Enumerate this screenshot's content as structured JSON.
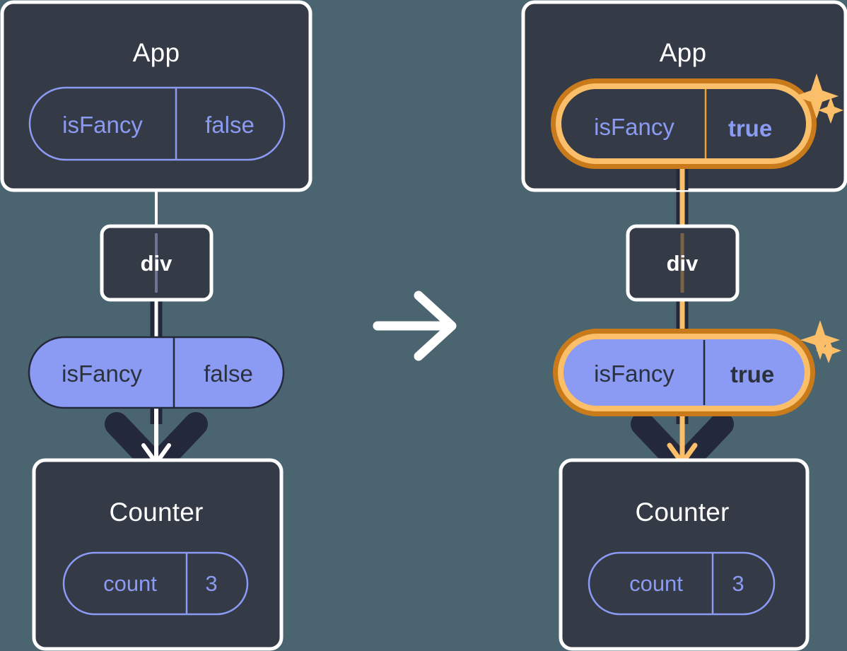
{
  "diagram": {
    "title": "React state update diagram: isFancy false to true",
    "background_color": "#4a6570",
    "panel_fill": "#343a46",
    "panel_border": "#ffffff",
    "pill_fill": "#8b9bf4",
    "pill_outline_color": "#8b9bf4",
    "highlight_color": "#f0a030",
    "highlight_light": "#fbbf6a",
    "dark_line": "#23283a",
    "text_light": "#ffffff",
    "text_dark": "#2b313d"
  },
  "transition_arrow": {
    "icon": "arrow-right-icon",
    "color": "#ffffff"
  },
  "before": {
    "id": "before",
    "app": {
      "title": "App",
      "state": {
        "name": "isFancy",
        "value": "false",
        "highlighted": false,
        "style": "outline"
      }
    },
    "div": {
      "title": "div"
    },
    "prop": {
      "name": "isFancy",
      "value": "false",
      "highlighted": false,
      "style": "solid"
    },
    "counter": {
      "title": "Counter",
      "state": {
        "name": "count",
        "value": "3",
        "style": "outline"
      }
    },
    "edges": {
      "app_to_div_color": "#ffffff",
      "div_to_prop_color": "#ffffff",
      "prop_to_counter_color": "#ffffff"
    }
  },
  "after": {
    "id": "after",
    "app": {
      "title": "App",
      "state": {
        "name": "isFancy",
        "value": "true",
        "highlighted": true,
        "style": "outline",
        "sparkle": "sparkle-icon"
      }
    },
    "div": {
      "title": "div"
    },
    "prop": {
      "name": "isFancy",
      "value": "true",
      "highlighted": true,
      "style": "solid",
      "sparkle": "sparkle-icon"
    },
    "counter": {
      "title": "Counter",
      "state": {
        "name": "count",
        "value": "3",
        "style": "outline"
      }
    },
    "edges": {
      "app_to_div_color": "#fbbf6a",
      "div_to_prop_color": "#fbbf6a",
      "prop_to_counter_color": "#fbbf6a"
    }
  }
}
